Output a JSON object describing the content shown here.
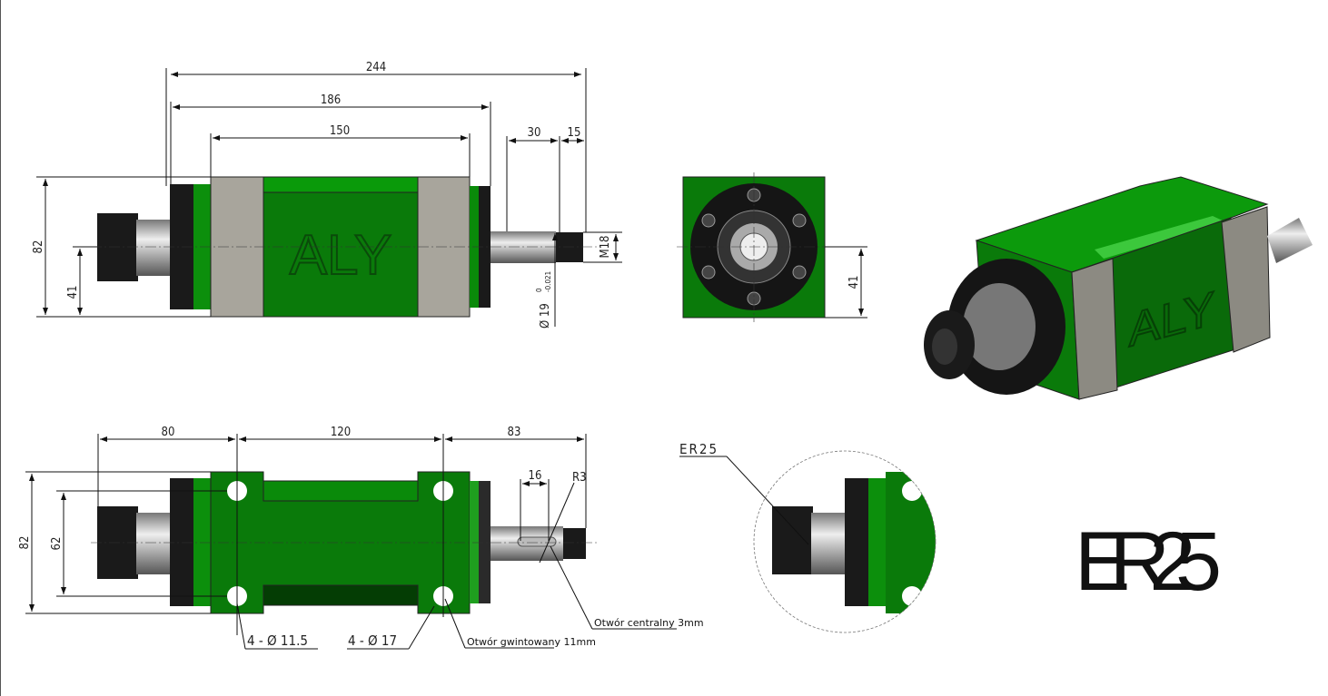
{
  "colors": {
    "body_green": "#0a7a0a",
    "dark_green": "#044d04",
    "light_green": "#2fb82f",
    "gray_block": "#a8a59c",
    "steel": "#c9c9c9",
    "black": "#151515"
  },
  "front_view": {
    "brand": "ALY",
    "dims": {
      "overall": "244",
      "body_flange": "186",
      "body": "150",
      "shaft": "30",
      "thread": "15",
      "height": "82",
      "center_height": "41",
      "thread_size": "M18",
      "shaft_dia": "Ø 19",
      "tol_upper": "0",
      "tol_lower": "-0.021"
    }
  },
  "end_view": {
    "dims": {
      "center_height": "41"
    }
  },
  "iso_view": {
    "brand": "ALY"
  },
  "top_view": {
    "dims": {
      "flange_to_hole": "80",
      "hole_spacing": "120",
      "hole_to_end": "83",
      "height": "82",
      "hole_spacing_v": "62",
      "keyway": "16",
      "radius": "R3"
    },
    "callouts": {
      "small_holes": "4 - Ø 11.5",
      "large_holes": "4 - Ø 17",
      "threaded_hole": "Otwór gwintowany 11mm",
      "center_hole": "Otwór centralny 3mm"
    }
  },
  "detail": {
    "label": "ER25"
  },
  "title": "ER25"
}
